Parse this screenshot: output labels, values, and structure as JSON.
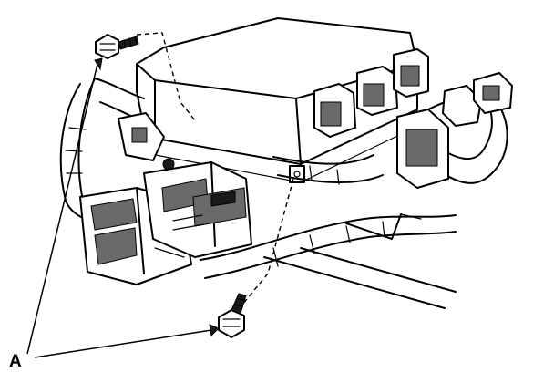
{
  "diagram": {
    "callouts": [
      {
        "id": "A",
        "label": "A",
        "part": "bolt"
      }
    ],
    "colors": {
      "ink": "#000000",
      "paper": "#ffffff"
    }
  }
}
